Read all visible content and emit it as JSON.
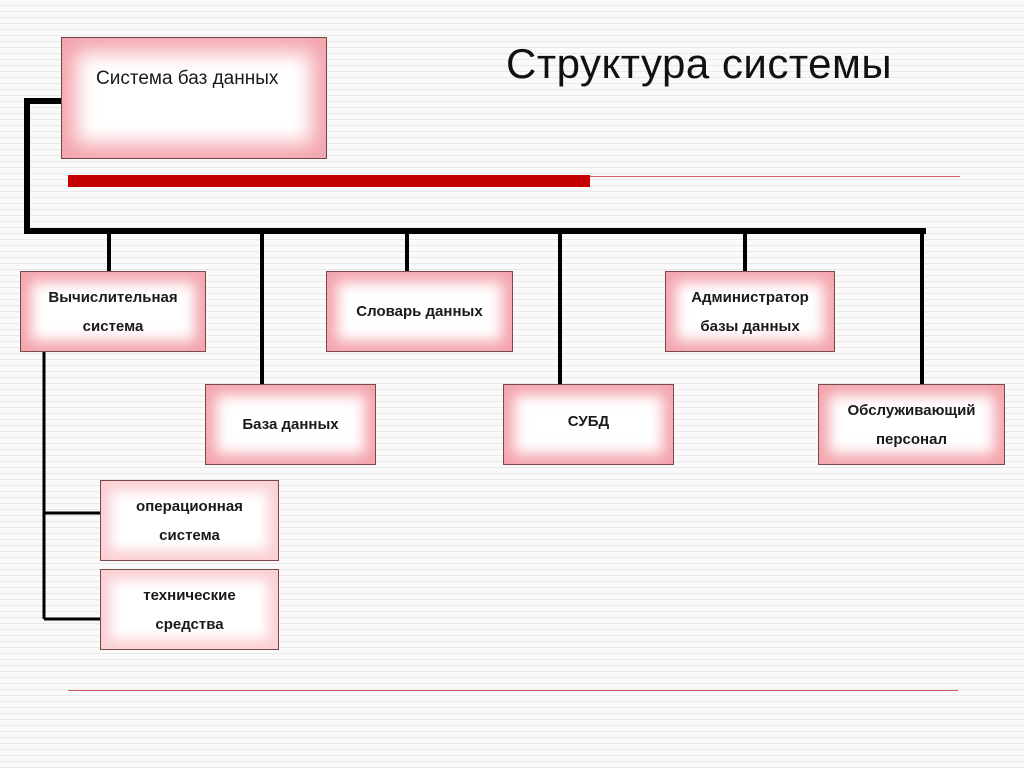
{
  "title": "Структура системы",
  "root": {
    "label": "Система баз данных"
  },
  "nodes": {
    "computing_system": "Вычислительная\nсистема",
    "data_dictionary": "Словарь данных",
    "db_admin": "Администратор\nбазы данных",
    "database": "База данных",
    "dbms": "СУБД",
    "service_staff": "Обслуживающий\nперсонал",
    "operating_system": "операционная\nсистема",
    "hardware": "технические\nсредства"
  },
  "colors": {
    "accent_bar": "#c40000",
    "box_fill_pink": "#f4a4ad",
    "connector": "#000000"
  }
}
